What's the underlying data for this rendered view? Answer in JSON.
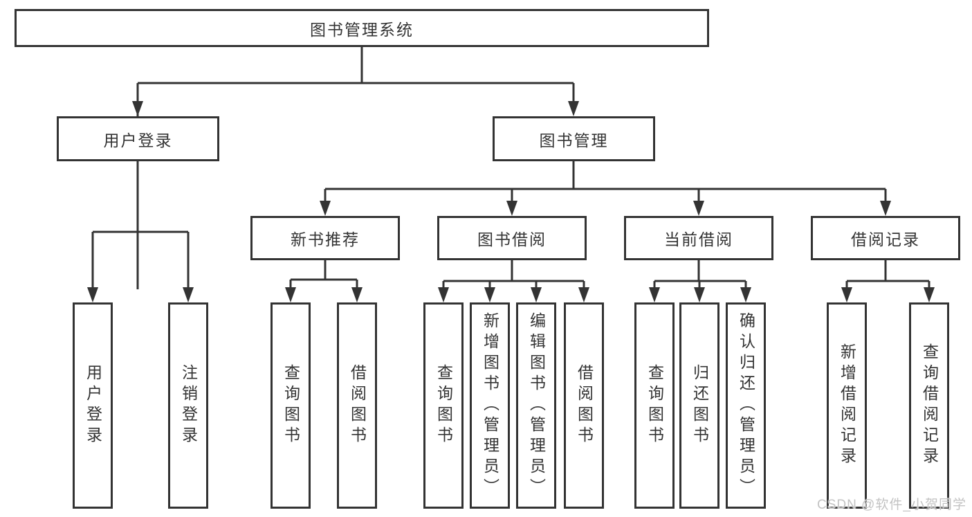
{
  "tree": {
    "root": {
      "label": "图书管理系统",
      "children": [
        {
          "label": "用户登录",
          "children": [
            {
              "label": "用户登录"
            },
            {
              "label": "注销登录"
            }
          ]
        },
        {
          "label": "图书管理",
          "children": [
            {
              "label": "新书推荐",
              "children": [
                {
                  "label": "查询图书"
                },
                {
                  "label": "借阅图书"
                }
              ]
            },
            {
              "label": "图书借阅",
              "children": [
                {
                  "label": "查询图书"
                },
                {
                  "label": "新增图书（管理员）"
                },
                {
                  "label": "编辑图书（管理员）"
                },
                {
                  "label": "借阅图书"
                }
              ]
            },
            {
              "label": "当前借阅",
              "children": [
                {
                  "label": "查询图书"
                },
                {
                  "label": "归还图书"
                },
                {
                  "label": "确认归还（管理员）"
                }
              ]
            },
            {
              "label": "借阅记录",
              "children": [
                {
                  "label": "新增借阅记录"
                },
                {
                  "label": "查询借阅记录"
                }
              ]
            }
          ]
        }
      ]
    }
  },
  "watermark": "CSDN @软件_小贺同学",
  "colors": {
    "line": "#333333",
    "text": "#333333",
    "box_background": "#ffffff",
    "watermark": "#c3c3c3"
  }
}
